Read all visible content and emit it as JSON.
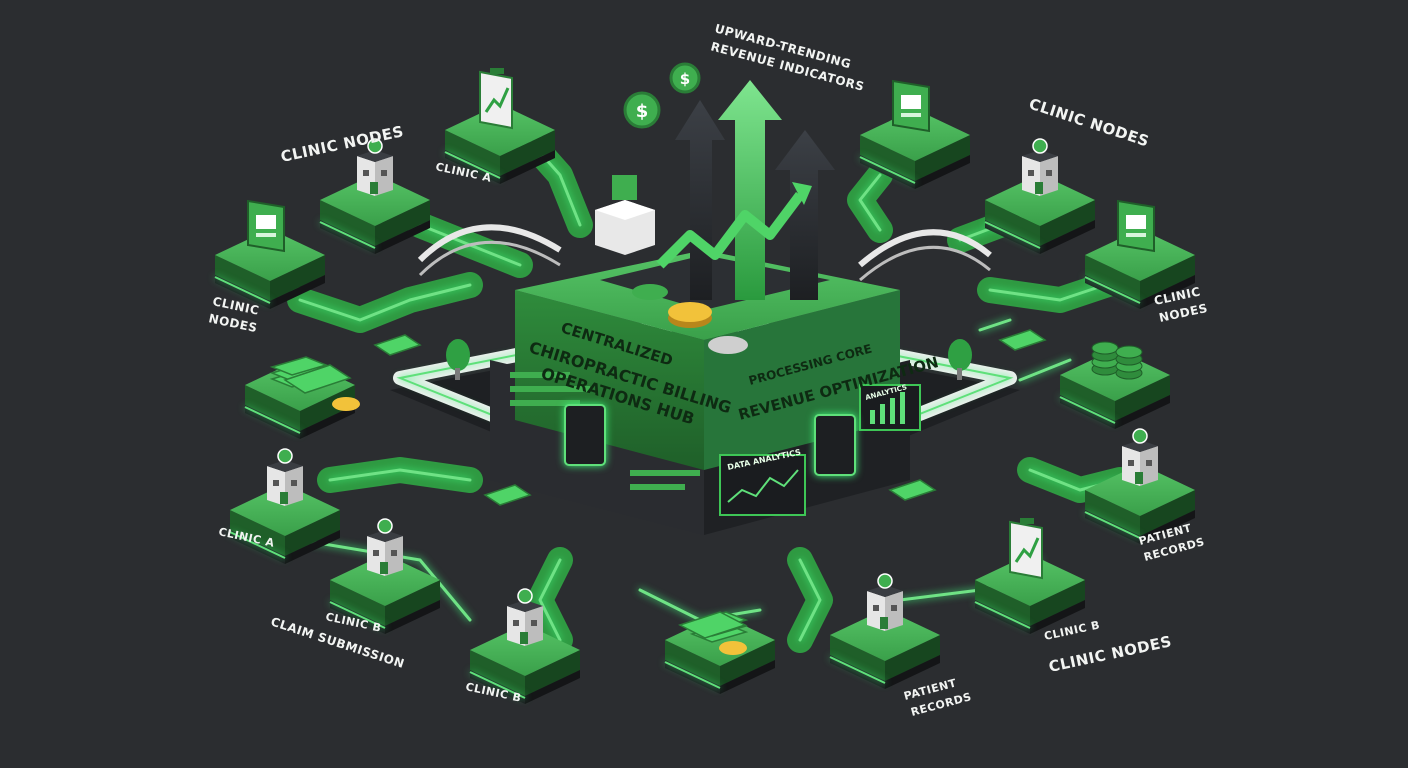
{
  "labels": {
    "clinic_nodes_top_left": "CLINIC NODES",
    "clinic_a_top": "CLINIC A",
    "clinic_nodes_left_1": "CLINIC",
    "clinic_nodes_left_2": "NODES",
    "revenue_indicators_1": "UPWARD-TRENDING",
    "revenue_indicators_2": "REVENUE INDICATORS",
    "clinic_nodes_top_right": "CLINIC NODES",
    "clinic_nodes_right_1": "CLINIC",
    "clinic_nodes_right_2": "NODES",
    "clinic_a_bottom": "CLINIC A",
    "clinic_b_left": "CLINIC B",
    "claim_submission": "CLAIM SUBMISSION",
    "clinic_b_bottom": "CLINIC B",
    "patient_records_bottom_1": "PATIENT",
    "patient_records_bottom_2": "RECORDS",
    "clinic_b_right": "CLINIC B",
    "clinic_nodes_bottom_right": "CLINIC NODES",
    "patient_records_right_1": "PATIENT",
    "patient_records_right_2": "RECORDS"
  },
  "hub": {
    "line1": "CENTRALIZED",
    "line2": "CHIROPRACTIC BILLING",
    "line3": "OPERATIONS HUB",
    "processing_core": "PROCESSING CORE",
    "revenue_optimization": "REVENUE OPTIMIZATION",
    "data_analytics": "DATA ANALYTICS",
    "analytics": "ANALYTICS"
  },
  "colors": {
    "background": "#2b2d30",
    "green": "#3fae4f",
    "green_dark": "#2a7d37",
    "glow": "#3ff07a",
    "dark_base": "#24262a"
  },
  "icons": [
    "clinic-building-icon",
    "clipboard-chart-icon",
    "id-card-icon",
    "dollar-coin-icon",
    "cash-stack-icon",
    "growth-arrow-icon",
    "bridge-icon",
    "tree-icon"
  ]
}
